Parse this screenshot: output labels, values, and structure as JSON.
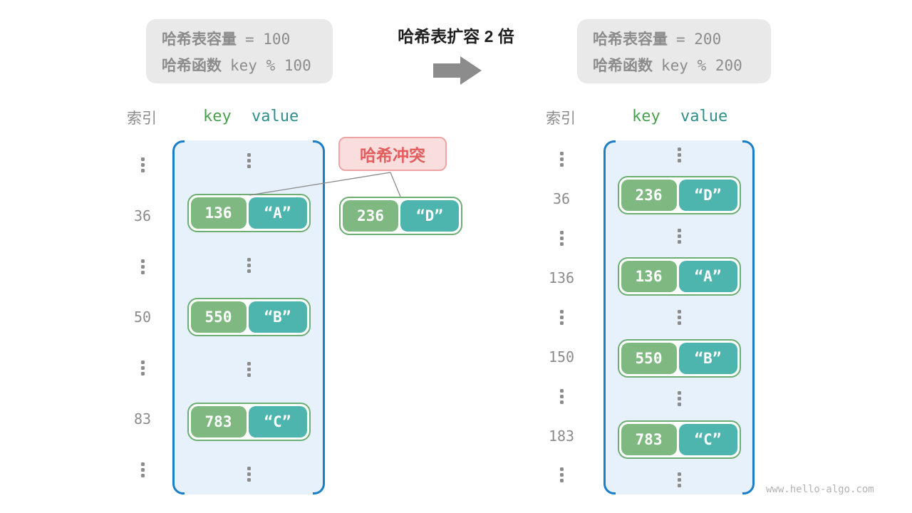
{
  "title": "哈希表扩容 2 倍",
  "captions": {
    "left": {
      "l1_label": "哈希表容量",
      "l1_code": "= 100",
      "l2_label": "哈希函数",
      "l2_code": "key % 100"
    },
    "right": {
      "l1_label": "哈希表容量",
      "l1_code": "= 200",
      "l2_label": "哈希函数",
      "l2_code": "key % 200"
    }
  },
  "collision_label": "哈希冲突",
  "standalone_pair": {
    "key": "236",
    "value": "“D”"
  },
  "watermark": "www.hello-algo.com",
  "left_table": {
    "index_header": "索引",
    "key_header": "key",
    "value_header": "value",
    "rows": [
      {
        "type": "dots"
      },
      {
        "type": "pair",
        "index": "36",
        "key": "136",
        "value": "“A”"
      },
      {
        "type": "dots"
      },
      {
        "type": "pair",
        "index": "50",
        "key": "550",
        "value": "“B”"
      },
      {
        "type": "dots"
      },
      {
        "type": "pair",
        "index": "83",
        "key": "783",
        "value": "“C”"
      },
      {
        "type": "dots"
      }
    ]
  },
  "right_table": {
    "index_header": "索引",
    "key_header": "key",
    "value_header": "value",
    "rows": [
      {
        "type": "dots"
      },
      {
        "type": "pair",
        "index": "36",
        "key": "236",
        "value": "“D”"
      },
      {
        "type": "dots"
      },
      {
        "type": "pair",
        "index": "136",
        "key": "136",
        "value": "“A”"
      },
      {
        "type": "dots"
      },
      {
        "type": "pair",
        "index": "150",
        "key": "550",
        "value": "“B”"
      },
      {
        "type": "dots"
      },
      {
        "type": "pair",
        "index": "183",
        "key": "783",
        "value": "“C”"
      },
      {
        "type": "dots"
      }
    ]
  },
  "colors": {
    "key_green": "#7fb981",
    "value_teal": "#4db4ae",
    "pair_border": "#6cae73",
    "table_bg": "#e6f1fb",
    "bracket_blue": "#1b7ec8",
    "header_key": "#48a04e",
    "header_value": "#2e8f88",
    "gray_text": "#8c8c8c",
    "caption_bg": "#e9e9e9",
    "collision_text": "#e35d5d",
    "collision_bg": "#fadede",
    "collision_border": "#efa3a3",
    "arrow_gray": "#8c8c8c"
  }
}
